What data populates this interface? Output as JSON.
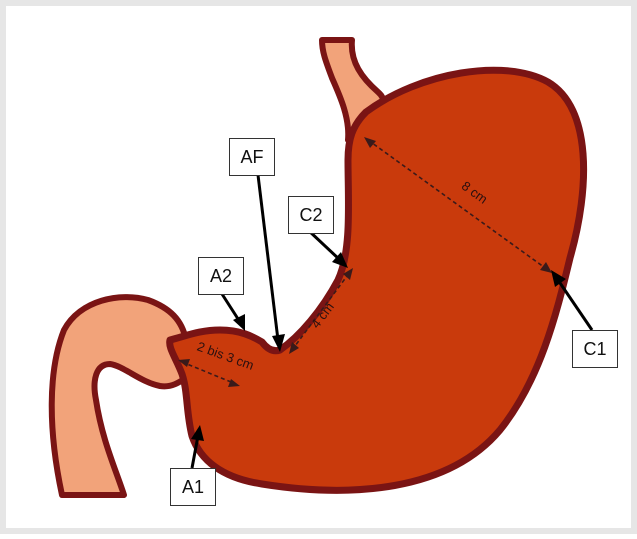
{
  "labels": {
    "af": "AF",
    "c2": "C2",
    "a2": "A2",
    "a1": "A1",
    "c1": "C1"
  },
  "measurements": {
    "greater": "8 cm",
    "lesser": "4 cm",
    "pylorus": "2 bis 3 cm"
  },
  "colors": {
    "stomach_fill": "#c93a0c",
    "stomach_outline": "#7a1414",
    "esophagus_duodenum_fill": "#f2a37a",
    "arrow": "#000000",
    "dashed_arrow": "#3a1a1a"
  }
}
